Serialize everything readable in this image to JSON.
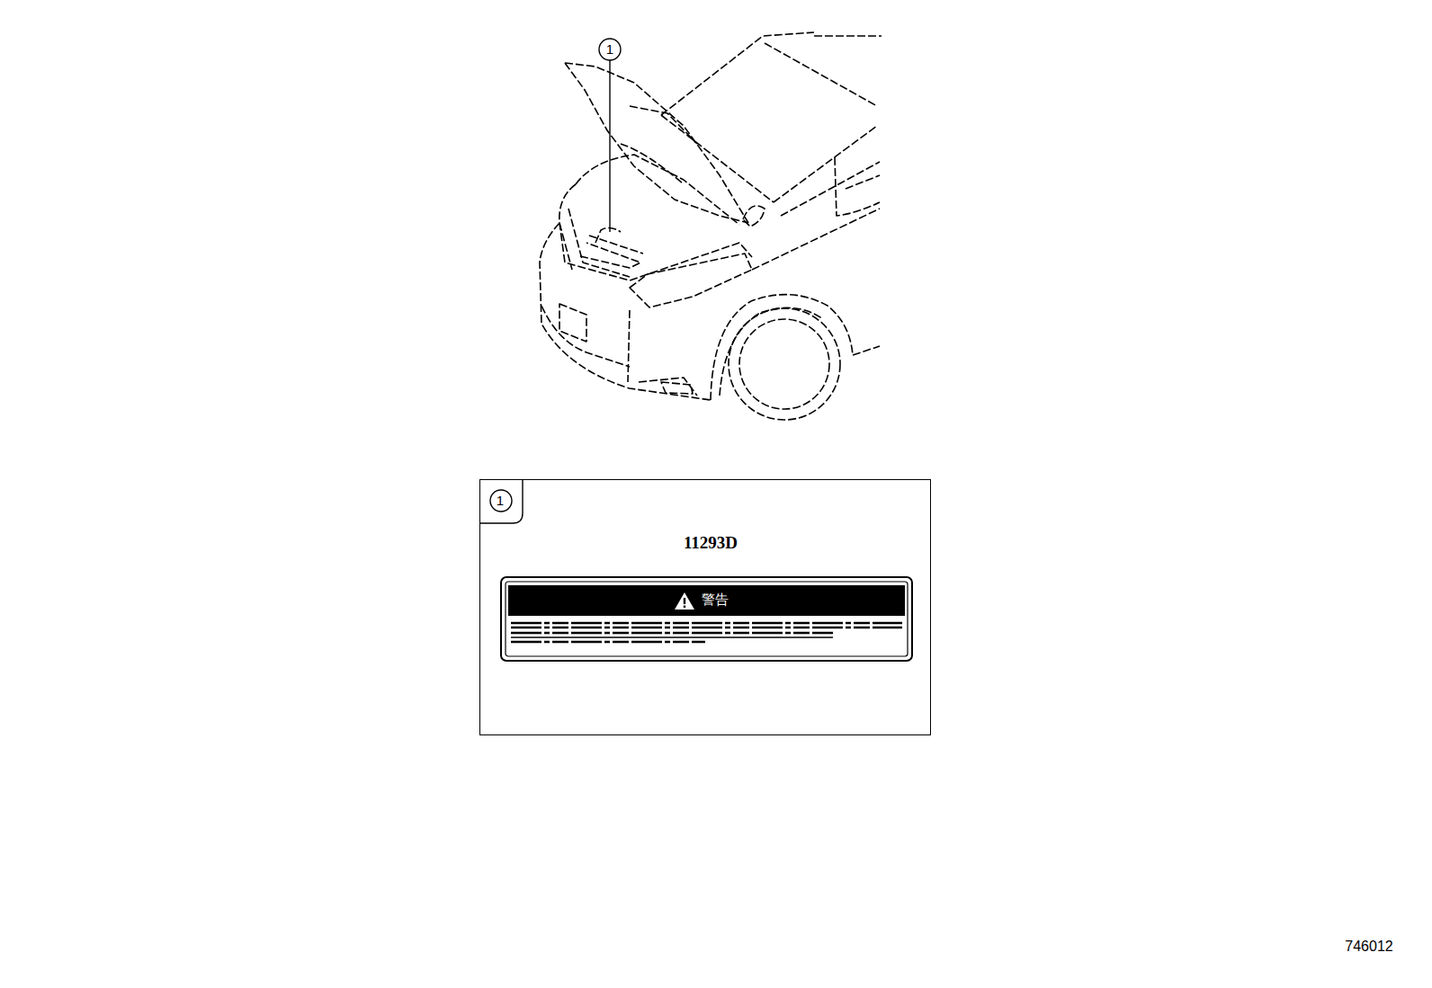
{
  "diagram": {
    "nodes": [
      {
        "text": [
          "1"
        ]
      },
      {
        "text": [
          "警告"
        ],
        "in": 0
      }
    ],
    "labels": [
      "1",
      "11293D",
      "746012"
    ]
  }
}
